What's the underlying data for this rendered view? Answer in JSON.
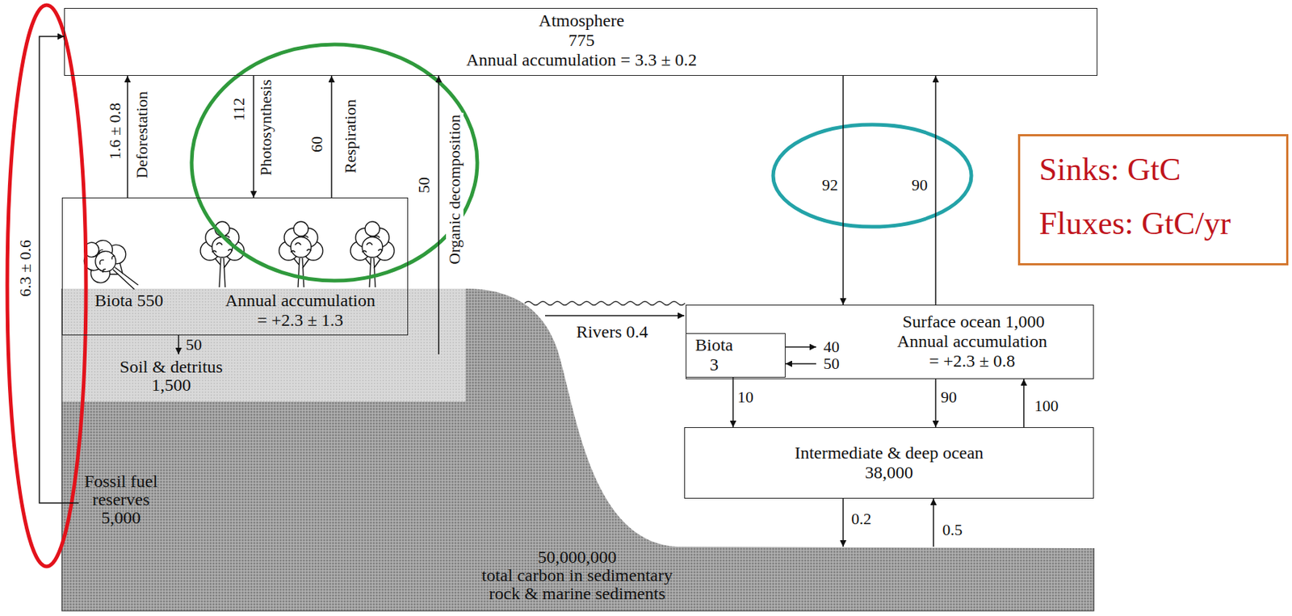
{
  "diagram": {
    "nodes": [
      {
        "text": [
          "Atmosphere",
          "775",
          "Annual accumulation = 3.3 ± 0.2"
        ]
      },
      {
        "text": [
          "Sinks: GtC",
          "Fluxes: GtC/yr"
        ]
      },
      {
        "text": [
          "Biota 550",
          "Annual accumulation = +2.3 ± 1.3"
        ]
      },
      {
        "text": [
          "Surface ocean 1,000",
          "Annual accumulation = +2.3 ± 0.8"
        ]
      },
      {
        "text": [
          "Biota 3"
        ],
        "in": 3
      },
      {
        "text": [
          "Soil & detritus",
          "1,500"
        ]
      },
      {
        "text": [
          "Intermediate & deep ocean",
          "38,000"
        ]
      },
      {
        "text": [
          "Fossil fuel reserves",
          "5,000"
        ]
      },
      {
        "text": [
          "50,000,000",
          "total carbon in sedimentary rock & marine sediments"
        ]
      }
    ],
    "edges": [
      {
        "from": 7,
        "to": 0,
        "arrow": "to",
        "label": "6.3 ± 0.6"
      },
      {
        "from": 2,
        "to": 0,
        "arrow": "to",
        "label": "1.6 ± 0.8"
      },
      {
        "from": 0,
        "to": 2,
        "arrow": "to",
        "label": "112"
      },
      {
        "from": 2,
        "to": 0,
        "arrow": "to",
        "label": "60"
      },
      {
        "from": 5,
        "to": 0,
        "arrow": "to",
        "label": "50"
      },
      {
        "from": 2,
        "to": 5,
        "arrow": "to",
        "label": "50"
      },
      {
        "from": 0,
        "to": 3,
        "arrow": "to",
        "label": "92"
      },
      {
        "from": 3,
        "to": 0,
        "arrow": "to",
        "label": "90"
      },
      {
        "from": 4,
        "to": 3,
        "arrow": "to",
        "label": "40"
      },
      {
        "from": 3,
        "to": 4,
        "arrow": "to",
        "label": "50"
      },
      {
        "from": 4,
        "to": 6,
        "arrow": "to",
        "label": "10"
      },
      {
        "from": 3,
        "to": 6,
        "arrow": "to",
        "label": "90"
      },
      {
        "from": 6,
        "to": 3,
        "arrow": "to",
        "label": "100"
      },
      {
        "from": 6,
        "to": 8,
        "arrow": "to",
        "label": "0.2"
      },
      {
        "from": 8,
        "to": 6,
        "arrow": "to",
        "label": "0.5"
      }
    ],
    "labels": [
      "Deforestation",
      "Photosynthesis",
      "Respiration",
      "Organic decomposition",
      "Rivers 0.4"
    ]
  }
}
